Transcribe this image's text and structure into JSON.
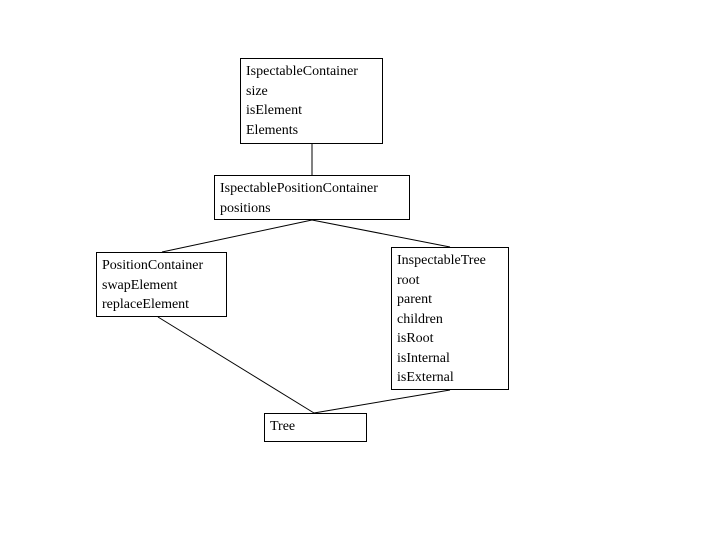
{
  "diagram": {
    "nodes": [
      {
        "id": "ispectable-container",
        "lines": [
          "IspectableContainer",
          "size",
          "isElement",
          "Elements"
        ]
      },
      {
        "id": "ispectable-position-container",
        "lines": [
          "IspectablePositionContainer",
          "positions"
        ]
      },
      {
        "id": "position-container",
        "lines": [
          "PositionContainer",
          "swapElement",
          "replaceElement"
        ]
      },
      {
        "id": "inspectable-tree",
        "lines": [
          "InspectableTree",
          "root",
          "parent",
          "children",
          "isRoot",
          "isInternal",
          "isExternal"
        ]
      },
      {
        "id": "tree",
        "lines": [
          "Tree"
        ]
      }
    ],
    "edges": [
      {
        "from": "ispectable-container",
        "to": "ispectable-position-container"
      },
      {
        "from": "ispectable-position-container",
        "to": "position-container"
      },
      {
        "from": "ispectable-position-container",
        "to": "inspectable-tree"
      },
      {
        "from": "position-container",
        "to": "tree"
      },
      {
        "from": "inspectable-tree",
        "to": "tree"
      }
    ],
    "colors": {
      "stroke": "#000000",
      "background": "#ffffff"
    }
  }
}
